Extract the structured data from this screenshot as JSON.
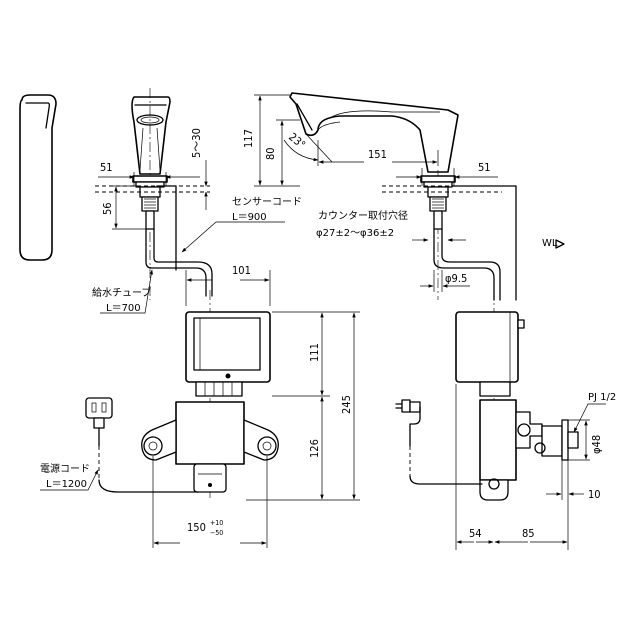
{
  "labels": {
    "sensor_cord": "センサーコード",
    "sensor_cord_len": "L＝900",
    "supply_tube": "給水チューブ",
    "supply_tube_len": "L＝700",
    "power_cord": "電源コード",
    "power_cord_len": "L＝1200",
    "counter_hole": "カウンター取付穴径",
    "counter_hole_dia": "φ27±2～φ36±2",
    "wl": "WL",
    "pj": "PJ 1/2"
  },
  "dims": {
    "d51_left": "51",
    "d56": "56",
    "d5_30": "5～30",
    "d117": "117",
    "d80": "80",
    "d23": "23°",
    "d151": "151",
    "d51_right": "51",
    "d101": "101",
    "d111": "111",
    "d245": "245",
    "d126": "126",
    "d150": "150",
    "d150_tol_plus": "+10",
    "d150_tol_minus": "−50",
    "d9_5": "φ9.5",
    "d48": "φ48",
    "d10": "10",
    "d54": "54",
    "d85": "85"
  }
}
